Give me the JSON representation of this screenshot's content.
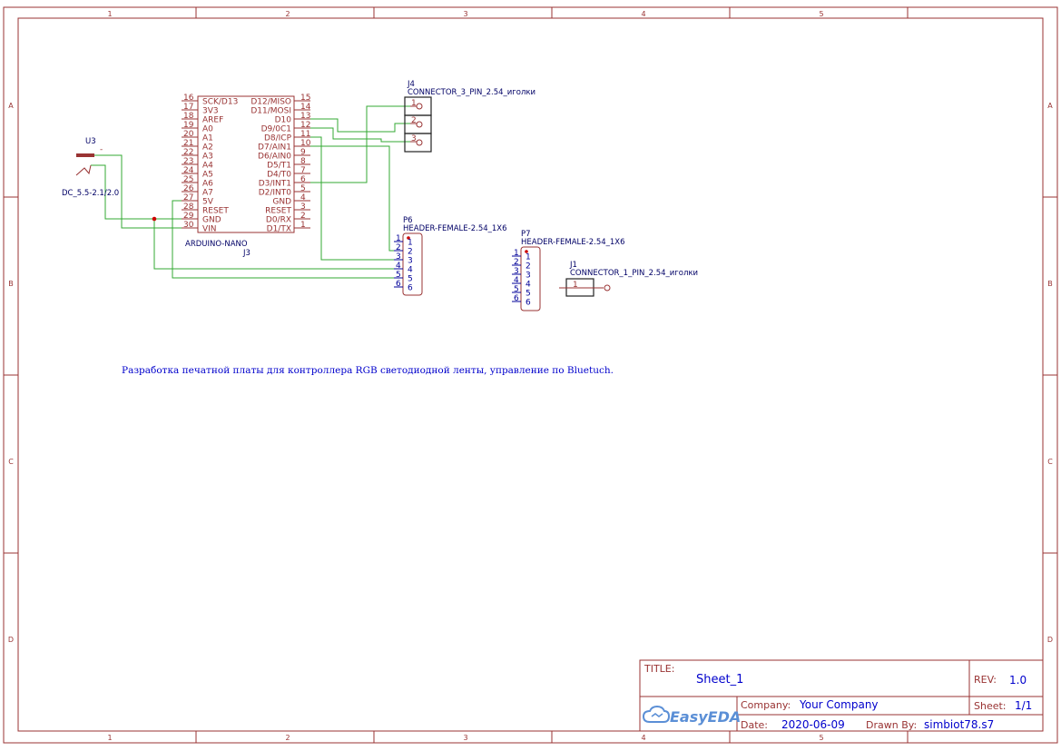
{
  "frame": {
    "col_labels": [
      "1",
      "2",
      "3",
      "4",
      "5"
    ],
    "row_labels": [
      "A",
      "B",
      "C",
      "D"
    ]
  },
  "components": {
    "u3": {
      "ref": "U3",
      "value": "DC_5.5-2.1/2.0",
      "mark": "-"
    },
    "j3": {
      "ref": "J3",
      "value": "ARDUINO-NANO",
      "left_pins": [
        {
          "num": "16",
          "name": "SCK/D13"
        },
        {
          "num": "17",
          "name": "3V3"
        },
        {
          "num": "18",
          "name": "AREF"
        },
        {
          "num": "19",
          "name": "A0"
        },
        {
          "num": "20",
          "name": "A1"
        },
        {
          "num": "21",
          "name": "A2"
        },
        {
          "num": "22",
          "name": "A3"
        },
        {
          "num": "23",
          "name": "A4"
        },
        {
          "num": "24",
          "name": "A5"
        },
        {
          "num": "25",
          "name": "A6"
        },
        {
          "num": "26",
          "name": "A7"
        },
        {
          "num": "27",
          "name": "5V"
        },
        {
          "num": "28",
          "name": "RESET"
        },
        {
          "num": "29",
          "name": "GND"
        },
        {
          "num": "30",
          "name": "VIN"
        }
      ],
      "right_pins": [
        {
          "num": "15",
          "name": "D12/MISO"
        },
        {
          "num": "14",
          "name": "D11/MOSI"
        },
        {
          "num": "13",
          "name": "D10"
        },
        {
          "num": "12",
          "name": "D9/0C1"
        },
        {
          "num": "11",
          "name": "D8/ICP"
        },
        {
          "num": "10",
          "name": "D7/AIN1"
        },
        {
          "num": "9",
          "name": "D6/AIN0"
        },
        {
          "num": "8",
          "name": "D5/T1"
        },
        {
          "num": "7",
          "name": "D4/T0"
        },
        {
          "num": "6",
          "name": "D3/INT1"
        },
        {
          "num": "5",
          "name": "D2/INT0"
        },
        {
          "num": "4",
          "name": "GND"
        },
        {
          "num": "3",
          "name": "RESET"
        },
        {
          "num": "2",
          "name": "D0/RX"
        },
        {
          "num": "1",
          "name": "D1/TX"
        }
      ]
    },
    "j4": {
      "ref": "J4",
      "value": "CONNECTOR_3_PIN_2.54_иголки",
      "pins": [
        "1",
        "2",
        "3"
      ]
    },
    "p6": {
      "ref": "P6",
      "value": "HEADER-FEMALE-2.54_1X6",
      "pins": [
        "1",
        "2",
        "3",
        "4",
        "5",
        "6"
      ]
    },
    "p7": {
      "ref": "P7",
      "value": "HEADER-FEMALE-2.54_1X6",
      "pins": [
        "1",
        "2",
        "3",
        "4",
        "5",
        "6"
      ]
    },
    "j1": {
      "ref": "J1",
      "value": "CONNECTOR_1_PIN_2.54_иголки",
      "pins": [
        "1"
      ]
    }
  },
  "note": "Разработка печатной платы для контроллера RGB светодиодной ленты, управление по Bluetuch.",
  "title_block": {
    "title_label": "TITLE:",
    "title": "Sheet_1",
    "rev_label": "REV:",
    "rev": "1.0",
    "company_label": "Company:",
    "company": "Your Company",
    "sheet_label": "Sheet:",
    "sheet": "1/1",
    "date_label": "Date:",
    "date": "2020-06-09",
    "drawn_label": "Drawn By:",
    "drawn_by": "simbiot78.s7",
    "logo": "EasyEDA"
  },
  "colors": {
    "frame": "#993333",
    "wire": "#33aa33",
    "text_blue": "#0000cc",
    "component_name": "#000066"
  }
}
